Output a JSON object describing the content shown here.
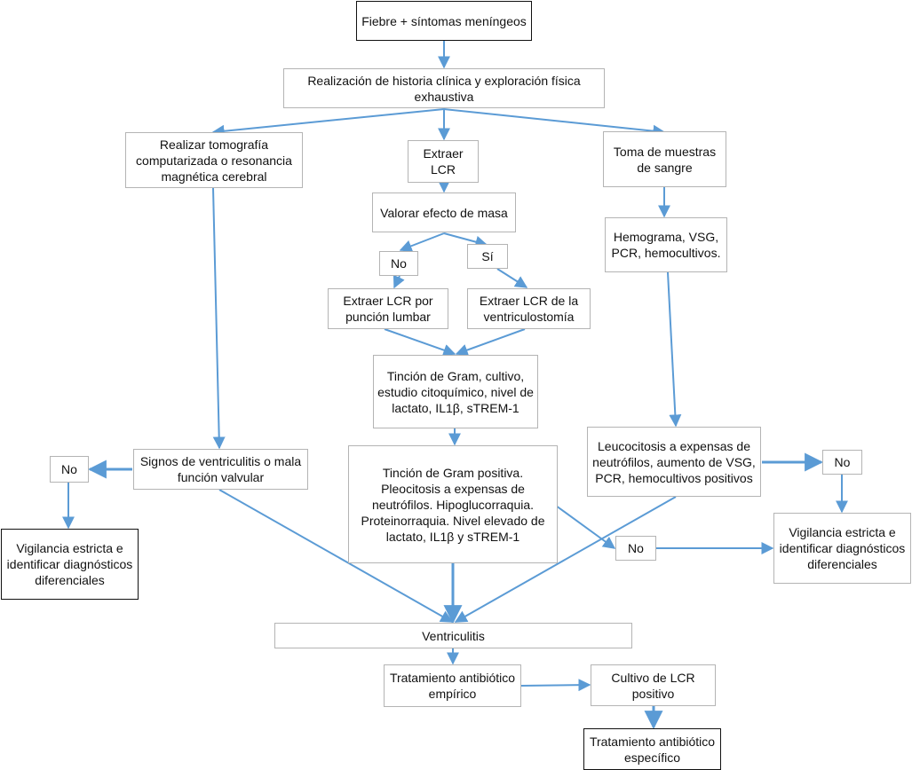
{
  "colors": {
    "arrow": "#5b9bd5",
    "box_border": "#b4b4b4",
    "dark_border": "#111111"
  },
  "nodes": {
    "start": "Fiebre + síntomas meníngeos",
    "history": "Realización de historia clínica y exploración física exhaustiva",
    "imaging": "Realizar tomografía computarizada o resonancia magnética cerebral",
    "extract_csf": "Extraer LCR",
    "blood_samples": "Toma de muestras de sangre",
    "mass_effect": "Valorar efecto de masa",
    "mass_no": "No",
    "mass_yes": "Sí",
    "lumbar": "Extraer LCR por punción lumbar",
    "ventriculostomy": "Extraer LCR de la ventriculostomía",
    "blood_tests": "Hemograma, VSG, PCR, hemocultivos.",
    "csf_tests": "Tinción de Gram, cultivo, estudio citoquímico, nivel de lactato, IL1β, sTREM-1",
    "ventriculitis_signs": "Signos de ventriculitis o mala función valvular",
    "left_no": "No",
    "csf_findings": "Tinción de Gram positiva. Pleocitosis a expensas de neutrófilos. Hipoglucorraquia. Proteinorraquia. Nivel elevado de lactato, IL1β y sTREM-1",
    "blood_findings": "Leucocitosis a expensas de neutrófilos, aumento de VSG, PCR, hemocultivos positivos",
    "right_no": "No",
    "middle_no": "No",
    "left_vigilance": "Vigilancia estricta e identificar diagnósticos diferenciales",
    "right_vigilance": "Vigilancia estricta e identificar diagnósticos diferenciales",
    "ventriculitis": "Ventriculitis",
    "empiric": "Tratamiento antibiótico empírico",
    "positive_culture": "Cultivo de LCR positivo",
    "specific": "Tratamiento antibiótico específico"
  }
}
